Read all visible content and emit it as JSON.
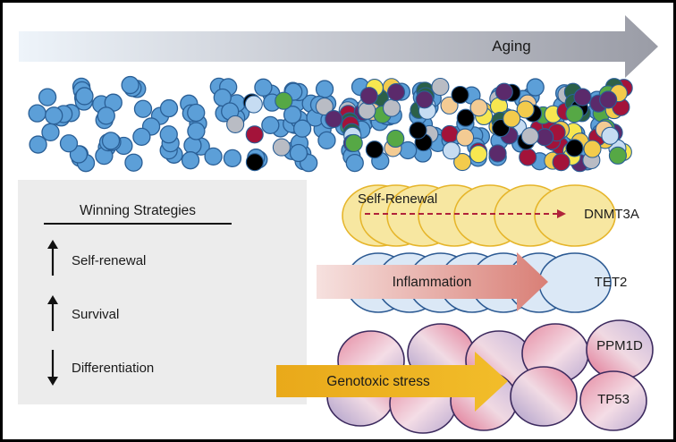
{
  "aging_label": "Aging",
  "winning_strategies": {
    "title": "Winning Strategies",
    "items": [
      {
        "label": "Self-renewal",
        "direction": "up"
      },
      {
        "label": "Survival",
        "direction": "up"
      },
      {
        "label": "Differentiation",
        "direction": "down"
      }
    ]
  },
  "clones": {
    "dnmt3a": {
      "mechanism": "Self-Renewal",
      "gene": "DNMT3A"
    },
    "tet2": {
      "mechanism": "Inflammation",
      "gene": "TET2"
    },
    "tp53_ppm1d": {
      "mechanism": "Genotoxic stress",
      "genes": [
        "PPM1D",
        "TP53"
      ]
    }
  },
  "colors": {
    "hsc_blue": "#5c9fd8",
    "dnmt3a_yellow": "#f7e7a1",
    "tet2_blue": "#dbe8f6",
    "genotoxic_gold": "#efb21f",
    "clone_red": "#a3133a",
    "clone_purple": "#5b2a6b",
    "clone_green": "#56a845",
    "clone_darkgreen": "#2b6048",
    "clone_gray": "#b9bcc4",
    "clone_tan": "#f3cb93",
    "clone_black": "#000000"
  }
}
